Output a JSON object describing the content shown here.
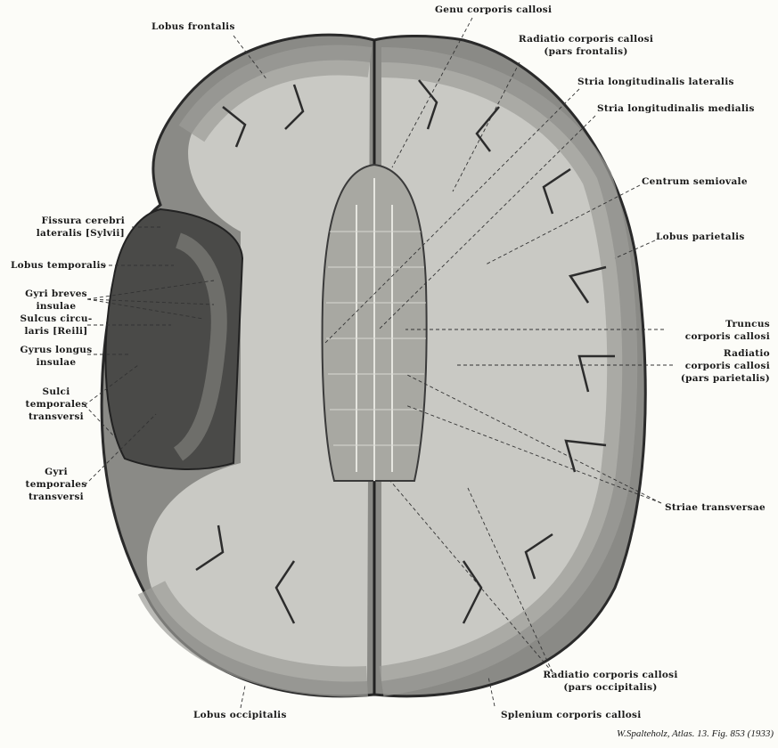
{
  "labels": {
    "lobus_frontalis": "Lobus frontalis",
    "genu": "Genu corporis callosi",
    "radiatio_frontalis": [
      "Radiatio corporis callosi",
      "(pars frontalis)"
    ],
    "stria_lateralis": "Stria longitudinalis lateralis",
    "stria_medialis": "Stria longitudinalis medialis",
    "centrum": "Centrum semiovale",
    "lobus_parietalis": "Lobus parietalis",
    "truncus": [
      "Truncus",
      "corporis callosi"
    ],
    "radiatio_parietalis": [
      "Radiatio",
      "corporis callosi",
      "(pars parietalis)"
    ],
    "striae_transversae": "Striae transversae",
    "radiatio_occipitalis": [
      "Radiatio corporis callosi",
      "(pars occipitalis)"
    ],
    "splenium": "Splenium corporis callosi",
    "lobus_occipitalis": "Lobus occipitalis",
    "fissura": [
      "Fissura cerebri",
      "lateralis [Sylvii]"
    ],
    "lobus_temporalis": "Lobus temporalis",
    "gyri_breves": [
      "Gyri breves",
      "insulae"
    ],
    "sulcus_circularis": [
      "Sulcus circu-",
      "laris [Reili]"
    ],
    "gyrus_longus": [
      "Gyrus longus",
      "insulae"
    ],
    "sulci_temporales": [
      "Sulci",
      "temporales",
      "transversi"
    ],
    "gyri_temporales": [
      "Gyri",
      "temporales",
      "transversi"
    ]
  },
  "caption": "W.Spalteholz, Atlas. 13. Fig. 853 (1933)"
}
